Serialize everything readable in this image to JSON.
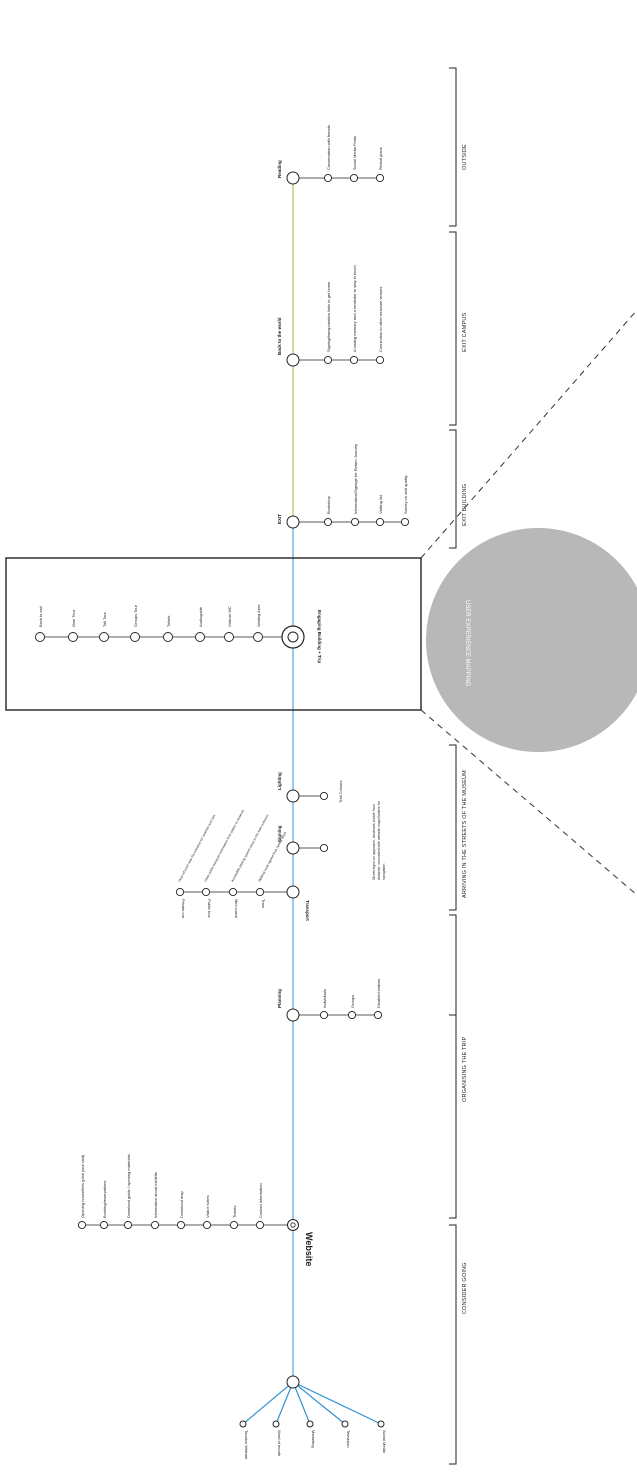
{
  "colors": {
    "line_blue": "#2f93d5",
    "line_green": "#9bbf34",
    "circle_gray": "#b8b8b8",
    "ink": "#222222"
  },
  "phases": [
    "CONSIDER GOING",
    "ORGANISING THE TRIP",
    "ARRIVING IN THE STREETS OF THE MUSEUM",
    "EXIT BUILDING",
    "EXIT CAMPUS",
    "OUTSIDE"
  ],
  "major_steps": {
    "website": "Website",
    "engaging": "Engaging Building + Trip",
    "exit": "EXIT",
    "back_to_world": "Back to the world",
    "reading": "Reading",
    "planning": "Planning",
    "transport": "Transport",
    "signing": "Signing",
    "lighting": "Lighting"
  },
  "center_circle": "USER EXPERIENCE MAPPING",
  "consider_sources": [
    "Tourism Website",
    "Word of mouth",
    "Marketing",
    "Television",
    "Social Media"
  ],
  "website_items": [
    "Opening hours/fees (plan your visit)",
    "Booking/reservations",
    "Download guide / opening materials",
    "Information about exhibits",
    "Download map",
    "Visitor Notes",
    "Tickets",
    "Contact information"
  ],
  "planning_items": [
    "Individuals",
    "Groups",
    "Disabled visitors"
  ],
  "transport_items": [
    "Private car",
    "Public bus",
    "Mini coach",
    "Train"
  ],
  "transport_notes": [
    "Drop-off point near the entrance for coaches and cars",
    "Clear public transport information from station to museum",
    "Accessible parking spaces close to the main entrance",
    "Walking route signed from nearby stops"
  ],
  "signing_note": "Street signs on approach, landmark visible from distance, consistent with website maps/folders for navigation",
  "lighting_items": [
    "Trail Colours"
  ],
  "building_items": [
    "Back to exit",
    "Own Tour",
    "Tall Tour",
    "Groups Tour",
    "Toilets",
    "Audioguide",
    "Visitors WC",
    "Waiting Area"
  ],
  "exit_items": [
    "Bookshop",
    "Information/Signage for Return Journey",
    "Visiting list",
    "Survey on visit quality"
  ],
  "back_to_world_items": [
    "Signing/transportation links to get home",
    "A lasting memory and a reminder to stay in touch",
    "Connection to other museum venues"
  ],
  "reading_items": [
    "Conversation with friends",
    "Social Media Posts",
    "Revisit plans"
  ]
}
